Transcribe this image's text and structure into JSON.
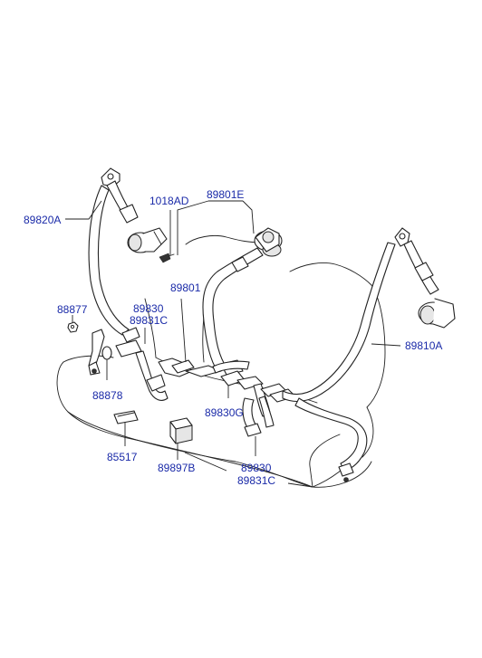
{
  "callouts": {
    "c89820A": "89820A",
    "c1018AD": "1018AD",
    "c89801E": "89801E",
    "c89801": "89801",
    "c88877": "88877",
    "c89830a": "89830",
    "c89831Ca": "89831C",
    "c88878": "88878",
    "c89810A": "89810A",
    "c89830G": "89830G",
    "c85517": "85517",
    "c89897B": "89897B",
    "c89830b": "89830",
    "c89831Cb": "89831C"
  },
  "colors": {
    "callout_text": "#1a2aa8",
    "line_art": "#222222",
    "background": "#ffffff"
  }
}
